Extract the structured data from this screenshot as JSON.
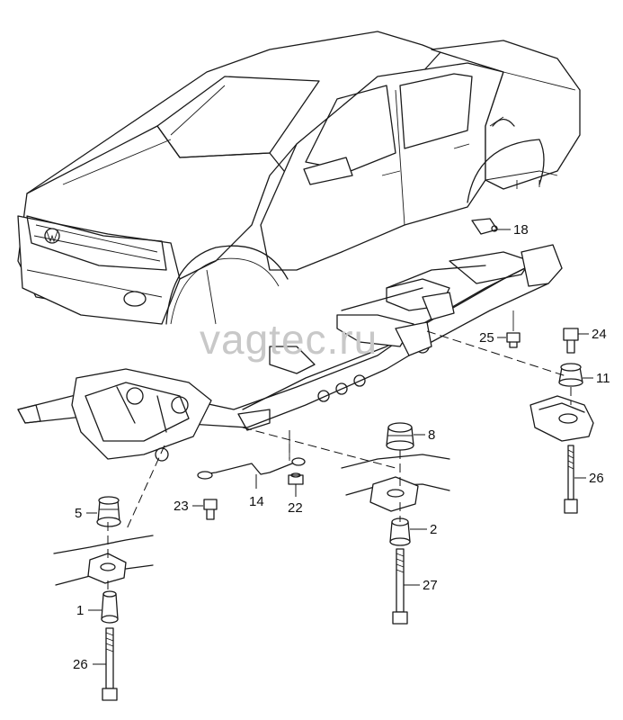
{
  "watermark": "vagtec.ru",
  "callouts": [
    {
      "id": "c18",
      "label": "18"
    },
    {
      "id": "c25",
      "label": "25"
    },
    {
      "id": "c24",
      "label": "24"
    },
    {
      "id": "c11",
      "label": "11"
    },
    {
      "id": "c8",
      "label": "8"
    },
    {
      "id": "c26a",
      "label": "26"
    },
    {
      "id": "c23",
      "label": "23"
    },
    {
      "id": "c14",
      "label": "14"
    },
    {
      "id": "c22",
      "label": "22"
    },
    {
      "id": "c5",
      "label": "5"
    },
    {
      "id": "c2",
      "label": "2"
    },
    {
      "id": "c27",
      "label": "27"
    },
    {
      "id": "c1",
      "label": "1"
    },
    {
      "id": "c26b",
      "label": "26"
    }
  ]
}
